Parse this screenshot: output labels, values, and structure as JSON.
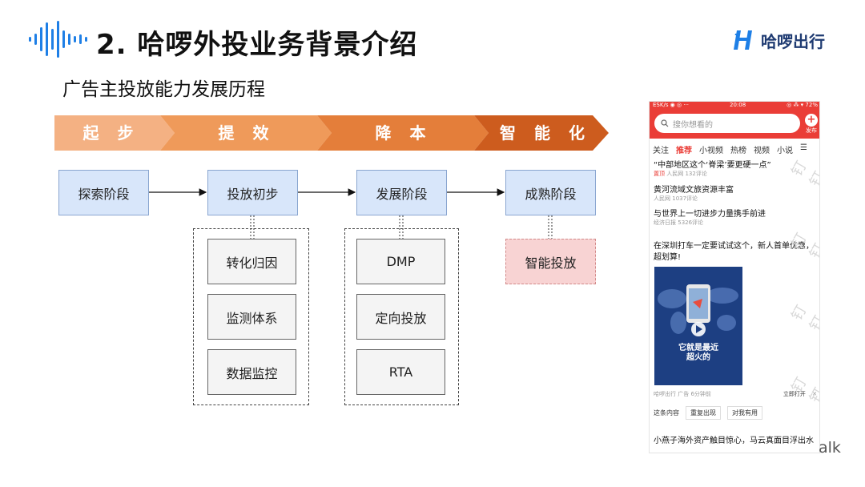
{
  "header": {
    "title": "2. 哈啰外投业务背景介绍",
    "subtitle": "广告主投放能力发展历程",
    "brand_text": "哈啰出行",
    "brand_logo_icon": "hello-logo-icon",
    "wave_icon": "audio-wave-icon"
  },
  "colors": {
    "stage1": "#f4b183",
    "stage2": "#ef9a5a",
    "stage3": "#e47e3a",
    "stage4": "#cd5c1e",
    "box_blue": "#d8e6fa",
    "box_pink": "#f8d3d3",
    "phone_red": "#ea3d37"
  },
  "banner": {
    "stages": [
      "起 步",
      "提 效",
      "降 本",
      "智 能 化"
    ]
  },
  "diagram": {
    "main_stages": [
      "探索阶段",
      "投放初步",
      "发展阶段",
      "成熟阶段"
    ],
    "groups": [
      {
        "items": [
          "转化归因",
          "监测体系",
          "数据监控"
        ]
      },
      {
        "items": [
          "DMP",
          "定向投放",
          "RTA"
        ]
      },
      {
        "items": [
          "智能投放"
        ]
      }
    ]
  },
  "phone": {
    "status_left": "ESK/s ◉ ◎ ···",
    "status_time": "20:08",
    "status_right": "◎ ⁂ ▾ 72%",
    "search_placeholder": "搜你想看的",
    "publish_label": "发布",
    "tabs": [
      "关注",
      "推荐",
      "小视频",
      "热榜",
      "视频",
      "小说"
    ],
    "menu_icon": "menu-icon",
    "news": [
      {
        "title": "“中部地区这个‘脊梁’要更硬一点”",
        "tag": "置顶",
        "source": "人民网",
        "comments": "132评论"
      },
      {
        "title": "黄河流域文旅资源丰富",
        "source": "人民网",
        "comments": "1037评论"
      },
      {
        "title": "与世界上一切进步力量携手前进",
        "source": "经济日报",
        "comments": "5326评论"
      }
    ],
    "ad_text": "在深圳打车一定要试试这个，新人首单优惠，超划算!",
    "video_caption_line1": "它就是最近",
    "video_caption_line2": "超火的",
    "ad_source": "哈啰出行",
    "ad_tag": "广告",
    "ad_time": "6分钟前",
    "ad_action": "立即打开",
    "ad_close": "✕",
    "feedback_label": "这条内容",
    "feedback_options": [
      "重复出现",
      "对我有用"
    ],
    "next_title": "小燕子海外资产触目惊心，马云真面目浮出水",
    "watermark": "钉钉"
  },
  "footer_text": "alk"
}
